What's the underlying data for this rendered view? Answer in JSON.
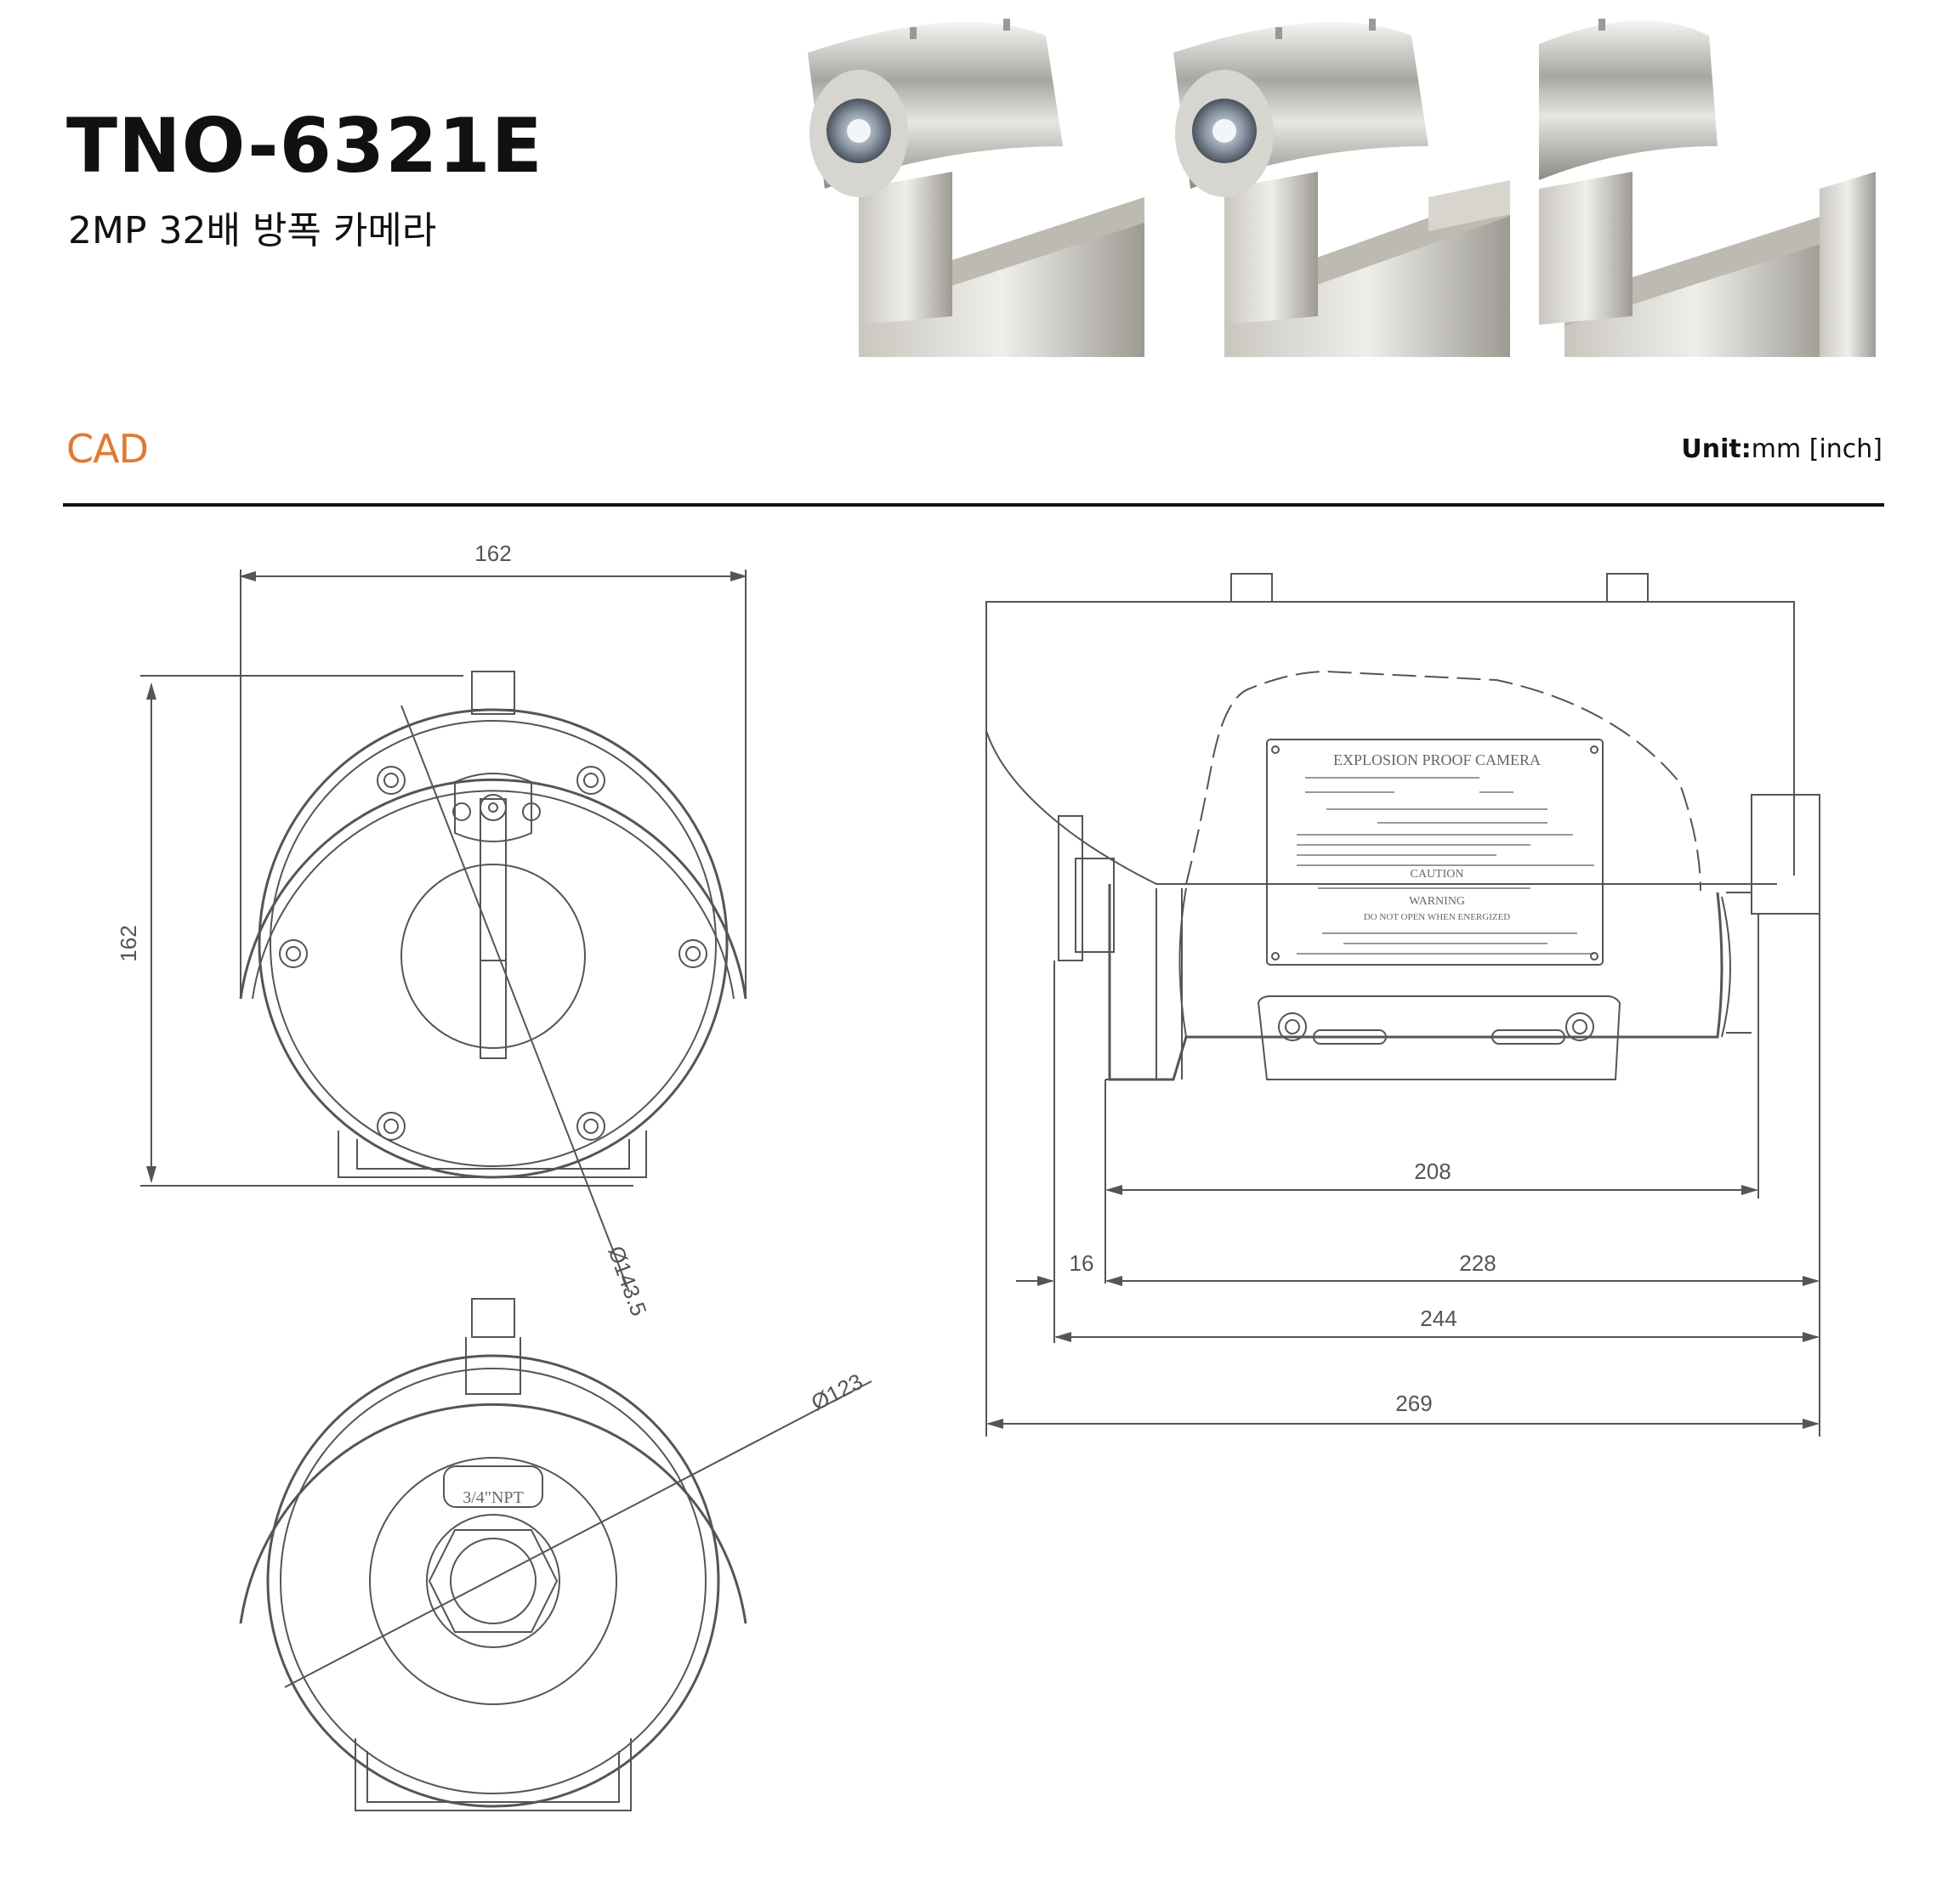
{
  "header": {
    "title": "TNO-6321E",
    "subtitle": "2MP 32배 방폭 카메라"
  },
  "section": {
    "label": "CAD",
    "unit_label": "Unit:",
    "unit_value": "mm [inch]"
  },
  "dimensions": {
    "front_width": "162",
    "front_height": "162",
    "front_diameter": "Ø143.5",
    "rear_diameter": "Ø123",
    "side_208": "208",
    "side_16": "16",
    "side_228": "228",
    "side_244": "244",
    "side_269": "269"
  },
  "rear_plate": {
    "label": "3/4\"NPT"
  },
  "nameplate": {
    "title": "EXPLOSION PROOF CAMERA",
    "caution": "CAUTION",
    "warning": "WARNING",
    "warning_text": "DO NOT OPEN WHEN ENERGIZED"
  },
  "colors": {
    "accent": "#e07a32",
    "line": "#555555",
    "rule": "#111111"
  }
}
